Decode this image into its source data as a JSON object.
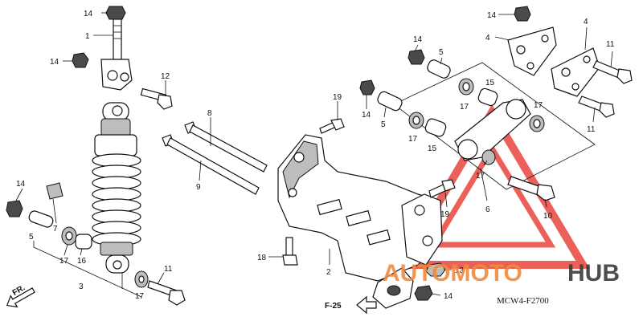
{
  "diagram": {
    "code": "MCW4-F2700",
    "ref_label": "F-25",
    "fr_label": "FR.",
    "labels": [
      {
        "id": "14-top",
        "text": "14"
      },
      {
        "id": "1",
        "text": "1"
      },
      {
        "id": "14-left",
        "text": "14"
      },
      {
        "id": "12",
        "text": "12"
      },
      {
        "id": "8",
        "text": "8"
      },
      {
        "id": "9",
        "text": "9"
      },
      {
        "id": "14-lower-left",
        "text": "14"
      },
      {
        "id": "7",
        "text": "7"
      },
      {
        "id": "5-left",
        "text": "5"
      },
      {
        "id": "17-left",
        "text": "17"
      },
      {
        "id": "16",
        "text": "16"
      },
      {
        "id": "3",
        "text": "3"
      },
      {
        "id": "17-bottom",
        "text": "17"
      },
      {
        "id": "11-bottom",
        "text": "11"
      },
      {
        "id": "18",
        "text": "18"
      },
      {
        "id": "2",
        "text": "2"
      },
      {
        "id": "19-mid",
        "text": "19"
      },
      {
        "id": "14-mid",
        "text": "14"
      },
      {
        "id": "14-upper",
        "text": "14"
      },
      {
        "id": "5-upper",
        "text": "5"
      },
      {
        "id": "5-mid",
        "text": "5"
      },
      {
        "id": "17-a",
        "text": "17"
      },
      {
        "id": "15-a",
        "text": "15"
      },
      {
        "id": "17-b",
        "text": "17"
      },
      {
        "id": "15-b",
        "text": "15"
      },
      {
        "id": "17-c",
        "text": "17"
      },
      {
        "id": "17-d",
        "text": "17"
      },
      {
        "id": "6",
        "text": "6"
      },
      {
        "id": "14-right-top",
        "text": "14"
      },
      {
        "id": "4-a",
        "text": "4"
      },
      {
        "id": "4-b",
        "text": "4"
      },
      {
        "id": "11-right-top",
        "text": "11"
      },
      {
        "id": "11-right",
        "text": "11"
      },
      {
        "id": "10",
        "text": "10"
      },
      {
        "id": "19-lower",
        "text": "19"
      },
      {
        "id": "13",
        "text": "13"
      },
      {
        "id": "14-bottom",
        "text": "14"
      }
    ]
  },
  "watermark": {
    "text_orange": "AUTOMOTO",
    "text_dark": "HUB",
    "color_red": "#e8453c",
    "color_orange": "#f08a3c",
    "color_dark": "#3a3a3a"
  }
}
